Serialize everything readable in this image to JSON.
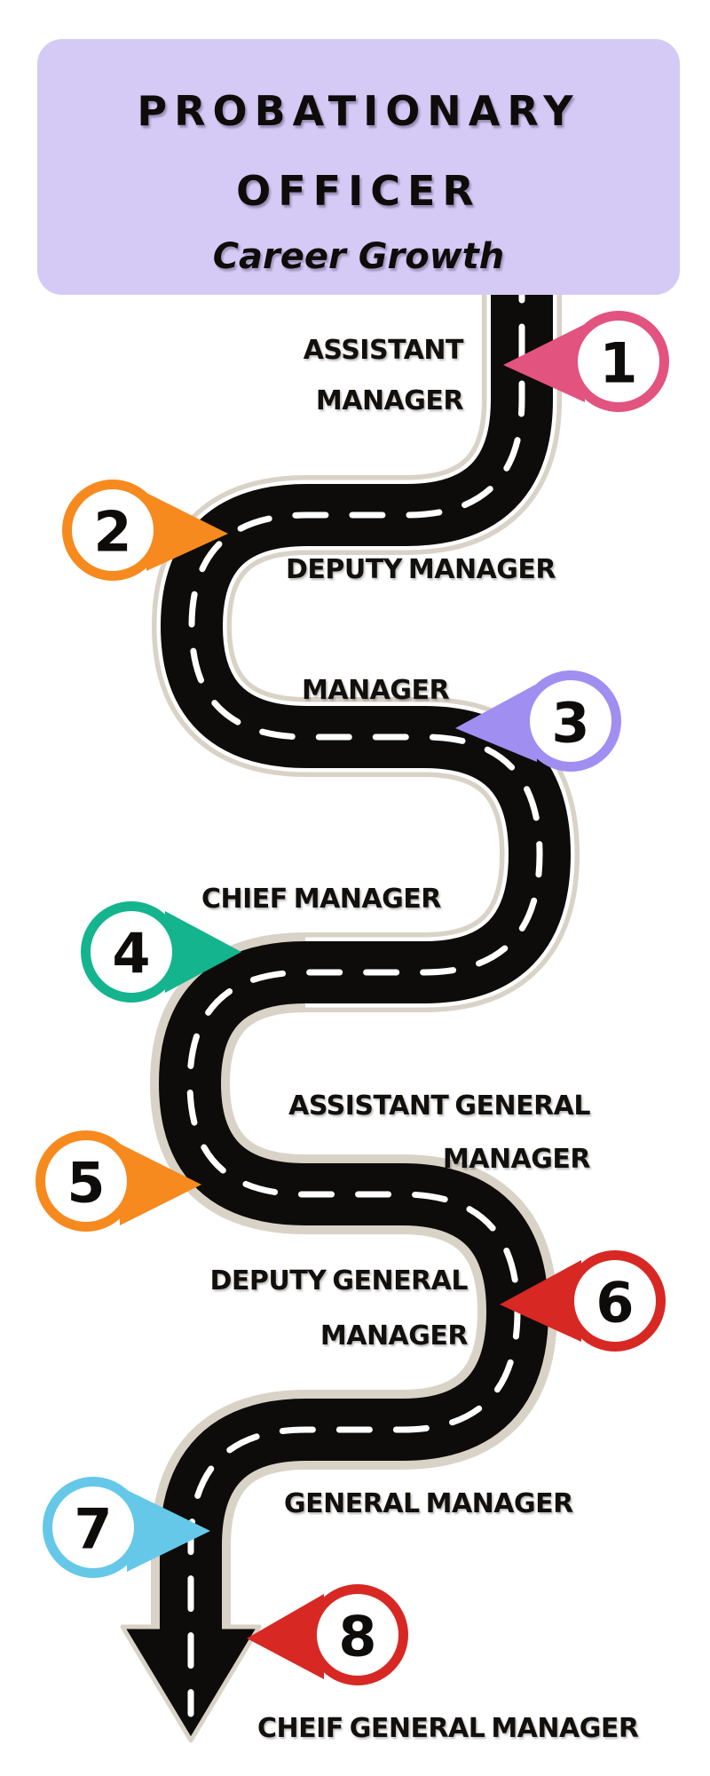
{
  "header": {
    "title_line1": "PROBATIONARY",
    "title_line2": "OFFICER",
    "subtitle": "Career Growth",
    "bg_color": "#d5caf6"
  },
  "road": {
    "asphalt_color": "#0d0c0a",
    "edge_color": "#d9d2c7",
    "dash_color": "#ffffff"
  },
  "stages": [
    {
      "number": "1",
      "label_line1": "ASSISTANT",
      "label_line2": "MANAGER",
      "pin_color": "#e25380",
      "pin_side": "right"
    },
    {
      "number": "2",
      "label_line1": "DEPUTY MANAGER",
      "label_line2": "",
      "pin_color": "#f68a1e",
      "pin_side": "left"
    },
    {
      "number": "3",
      "label_line1": "MANAGER",
      "label_line2": "",
      "pin_color": "#a18ef1",
      "pin_side": "right"
    },
    {
      "number": "4",
      "label_line1": "CHIEF MANAGER",
      "label_line2": "",
      "pin_color": "#14b48e",
      "pin_side": "left"
    },
    {
      "number": "5",
      "label_line1": "ASSISTANT GENERAL",
      "label_line2": "MANAGER",
      "pin_color": "#f68a1e",
      "pin_side": "left"
    },
    {
      "number": "6",
      "label_line1": "DEPUTY GENERAL",
      "label_line2": "MANAGER",
      "pin_color": "#d82824",
      "pin_side": "right"
    },
    {
      "number": "7",
      "label_line1": "GENERAL MANAGER",
      "label_line2": "",
      "pin_color": "#65c8e8",
      "pin_side": "left"
    },
    {
      "number": "8",
      "label_line1": "CHEIF GENERAL MANAGER",
      "label_line2": "",
      "pin_color": "#d82824",
      "pin_side": "right"
    }
  ]
}
